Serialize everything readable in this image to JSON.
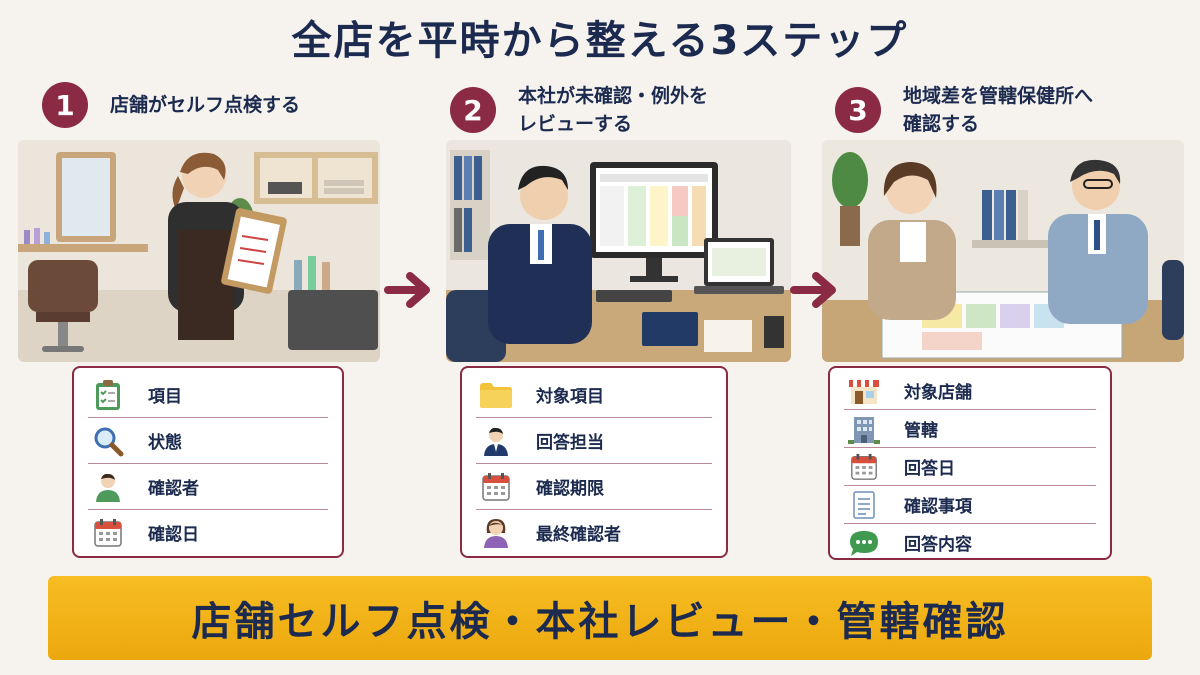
{
  "title": "全店を平時から整える3ステップ",
  "steps": [
    {
      "number": "1",
      "label": "店舗がセルフ点検する",
      "items": [
        {
          "icon": "clipboard-icon",
          "text": "項目"
        },
        {
          "icon": "magnifier-icon",
          "text": "状態"
        },
        {
          "icon": "person-green-icon",
          "text": "確認者"
        },
        {
          "icon": "calendar-icon",
          "text": "確認日"
        }
      ]
    },
    {
      "number": "2",
      "label": "本社が未確認・例外を\nレビューする",
      "items": [
        {
          "icon": "folder-icon",
          "text": "対象項目"
        },
        {
          "icon": "businessman-icon",
          "text": "回答担当"
        },
        {
          "icon": "calendar-icon",
          "text": "確認期限"
        },
        {
          "icon": "woman-icon",
          "text": "最終確認者"
        }
      ]
    },
    {
      "number": "3",
      "label": "地域差を管轄保健所へ\n確認する",
      "items": [
        {
          "icon": "store-icon",
          "text": "対象店舗"
        },
        {
          "icon": "building-icon",
          "text": "管轄"
        },
        {
          "icon": "calendar-icon",
          "text": "回答日"
        },
        {
          "icon": "document-icon",
          "text": "確認事項"
        },
        {
          "icon": "speech-bubble-icon",
          "text": "回答内容"
        }
      ]
    }
  ],
  "banner": "店舗セルフ点検・本社レビュー・管轄確認",
  "colors": {
    "accent": "#8a2a43",
    "navy": "#1b2a4e",
    "banner": "#f2b318",
    "background": "#f6f3ee"
  }
}
